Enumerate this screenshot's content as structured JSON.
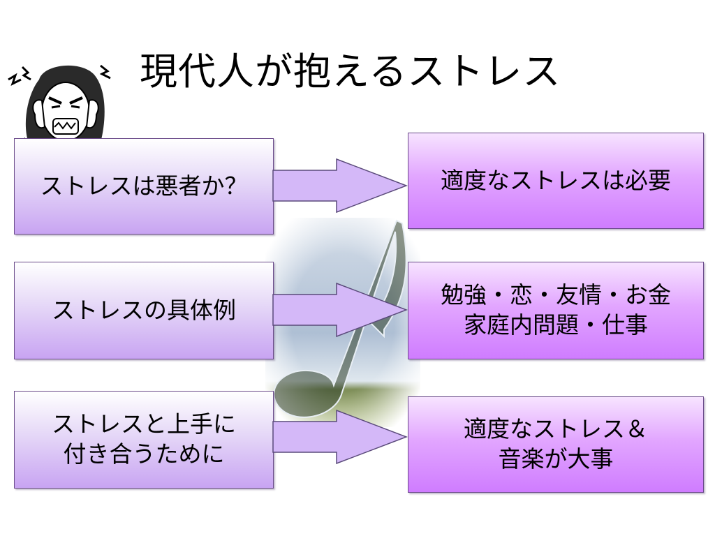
{
  "slide": {
    "title": "現代人が抱えるストレス"
  },
  "rows": [
    {
      "left_text": "ストレスは悪者か？",
      "right_lines": [
        "適度なストレスは必要"
      ]
    },
    {
      "left_text": "ストレスの具体例",
      "right_lines": [
        "勉強・恋・友情・お金",
        "家庭内問題・仕事"
      ]
    },
    {
      "left_lines": [
        "ストレスと上手に",
        "付き合うために"
      ],
      "right_lines": [
        "適度なストレス＆",
        "音楽が大事"
      ]
    }
  ],
  "decorations": {
    "stressed_person": "stressed-woman-clipart",
    "music_note": "music-note-landscape-photo"
  },
  "colors": {
    "left_box_bottom": "#c8a4f2",
    "right_box_bottom": "#cf7cff",
    "arrow_fill": "#d4b8f8",
    "border": "#6a4a8a"
  }
}
